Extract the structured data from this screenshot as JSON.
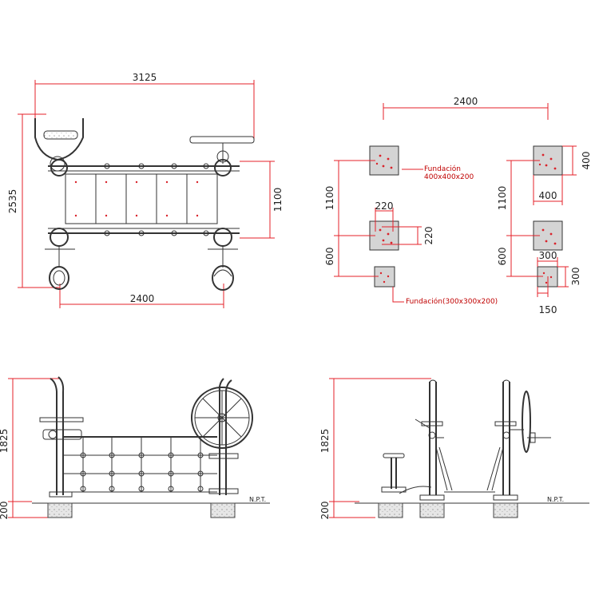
{
  "plan_view": {
    "width_total": "3125",
    "height_total": "2535",
    "frame_height": "1100",
    "base_width": "2400"
  },
  "foundation_plan": {
    "width": "2400",
    "label_large": "Fundación",
    "size_large": "400x400x200",
    "label_small": "Fundación(300x300x200)",
    "left_top": "1100",
    "left_bottom": "600",
    "pad_inner": "220",
    "pad_side": "220",
    "right_top": "1100",
    "right_bottom": "600",
    "pad_large_w": "400",
    "pad_large_h": "400",
    "pad_small_w": "300",
    "pad_small_h": "300",
    "offset": "150"
  },
  "front_elevation": {
    "height": "1825",
    "depth": "200",
    "ground": "N.P.T."
  },
  "side_elevation": {
    "height": "1825",
    "depth": "200",
    "ground": "N.P.T."
  },
  "colors": {
    "dimension": "#e4202a",
    "line": "#333333",
    "pad": "#d4d4d4"
  }
}
